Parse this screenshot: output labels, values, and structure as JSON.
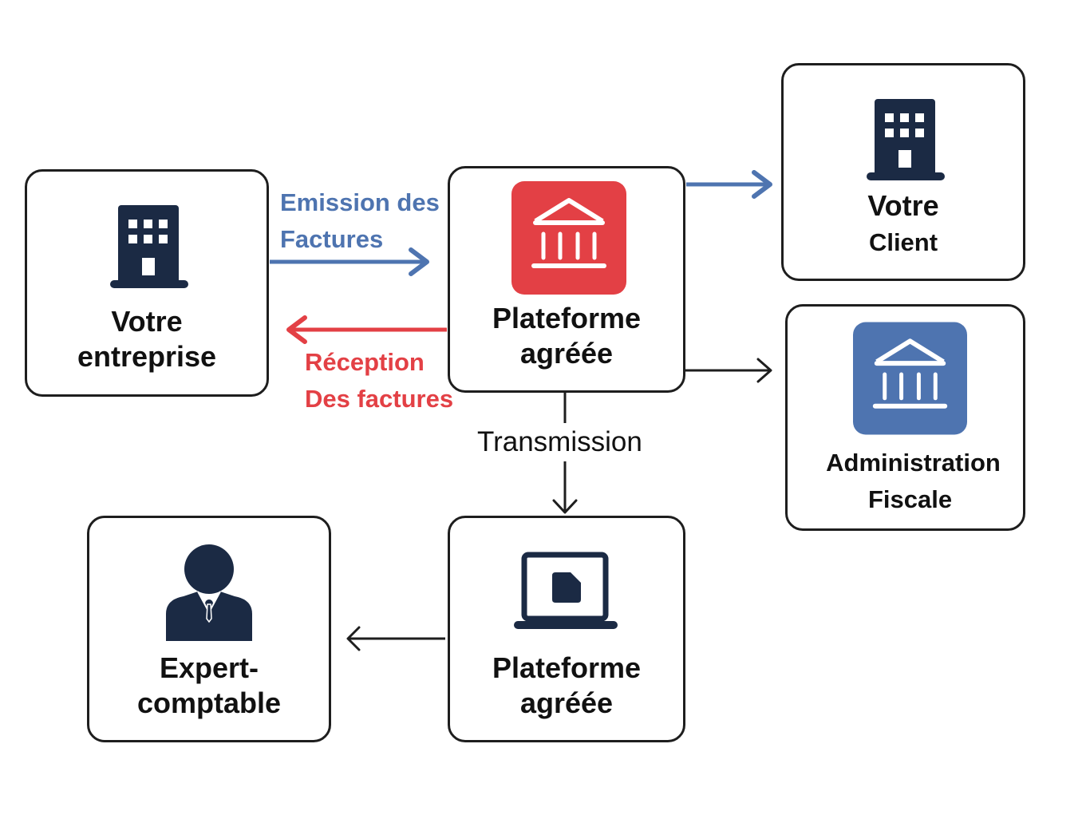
{
  "colors": {
    "navy": "#1B2A44",
    "red": "#E34045",
    "blue": "#4E74B0",
    "line": "#1e1e1e"
  },
  "nodes": {
    "votre_entreprise": {
      "line1": "Votre",
      "line2": "entreprise",
      "icon": "building-icon"
    },
    "plateforme_top": {
      "line1": "Plateforme",
      "line2": "agréée",
      "icon": "bank-icon"
    },
    "votre_client": {
      "line1": "Votre",
      "line2": "Client",
      "icon": "building-icon"
    },
    "administration_fiscale": {
      "line1": "Administration",
      "line2": "Fiscale",
      "icon": "bank-icon"
    },
    "plateforme_bottom": {
      "line1": "Plateforme",
      "line2": "agréée",
      "icon": "laptop-document-icon"
    },
    "expert_comptable": {
      "line1": "Expert-",
      "line2": "comptable",
      "icon": "businessman-icon"
    }
  },
  "edges": {
    "emission": {
      "line1": "Emission des",
      "line2": "Factures",
      "from": "Votre entreprise",
      "to": "Plateforme agréée"
    },
    "reception": {
      "line1": "Réception",
      "line2": "Des factures",
      "from": "Plateforme agréée",
      "to": "Votre entreprise"
    },
    "to_client": {
      "from": "Plateforme agréée",
      "to": "Votre Client"
    },
    "to_admin": {
      "from": "Plateforme agréée",
      "to": "Administration Fiscale"
    },
    "transmission": {
      "label": "Transmission",
      "from": "Plateforme agréée",
      "to": "Plateforme agréée"
    },
    "to_expert": {
      "from": "Plateforme agréée",
      "to": "Expert-comptable"
    }
  }
}
